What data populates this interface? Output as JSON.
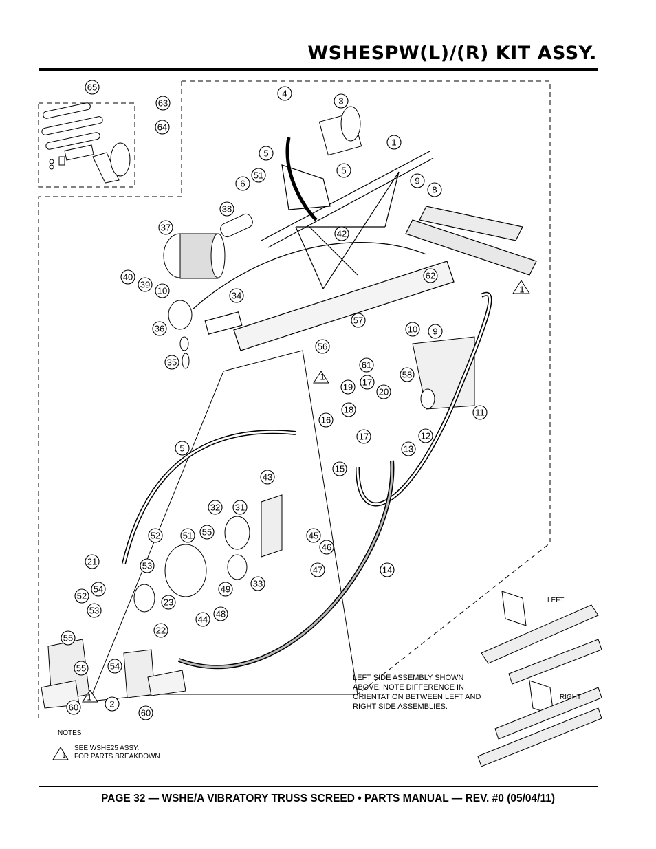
{
  "page": {
    "title": "WSHESPW(L)/(R) KIT ASSY.",
    "footer": "PAGE 32 — WSHE/A VIBRATORY TRUSS SCREED • PARTS MANUAL — REV. #0 (05/04/11)"
  },
  "callouts": [
    "65",
    "63",
    "64",
    "4",
    "3",
    "1",
    "5",
    "5",
    "51",
    "6",
    "9",
    "8",
    "38",
    "37",
    "42",
    "40",
    "39",
    "10",
    "62",
    "1",
    "34",
    "36",
    "57",
    "10",
    "9",
    "56",
    "35",
    "1",
    "61",
    "58",
    "19",
    "17",
    "20",
    "11",
    "18",
    "16",
    "17",
    "12",
    "13",
    "15",
    "5",
    "43",
    "32",
    "31",
    "52",
    "51",
    "55",
    "45",
    "46",
    "47",
    "21",
    "53",
    "14",
    "54",
    "49",
    "33",
    "52",
    "23",
    "53",
    "48",
    "44",
    "22",
    "55",
    "55",
    "54",
    "1",
    "2",
    "60",
    "60"
  ],
  "diagram_labels": {
    "left": "LEFT",
    "right": "RIGHT"
  },
  "side_note": {
    "lines": [
      "LEFT SIDE ASSEMBLY SHOWN",
      "ABOVE. NOTE DIFFERENCE IN",
      "ORIENTATION BETWEEN LEFT AND",
      "RIGHT SIDE ASSEMBLIES."
    ]
  },
  "notes": {
    "heading": "NOTES",
    "flag": "1",
    "lines": [
      "SEE WSHE25 ASSY.",
      "FOR PARTS BREAKDOWN"
    ]
  }
}
